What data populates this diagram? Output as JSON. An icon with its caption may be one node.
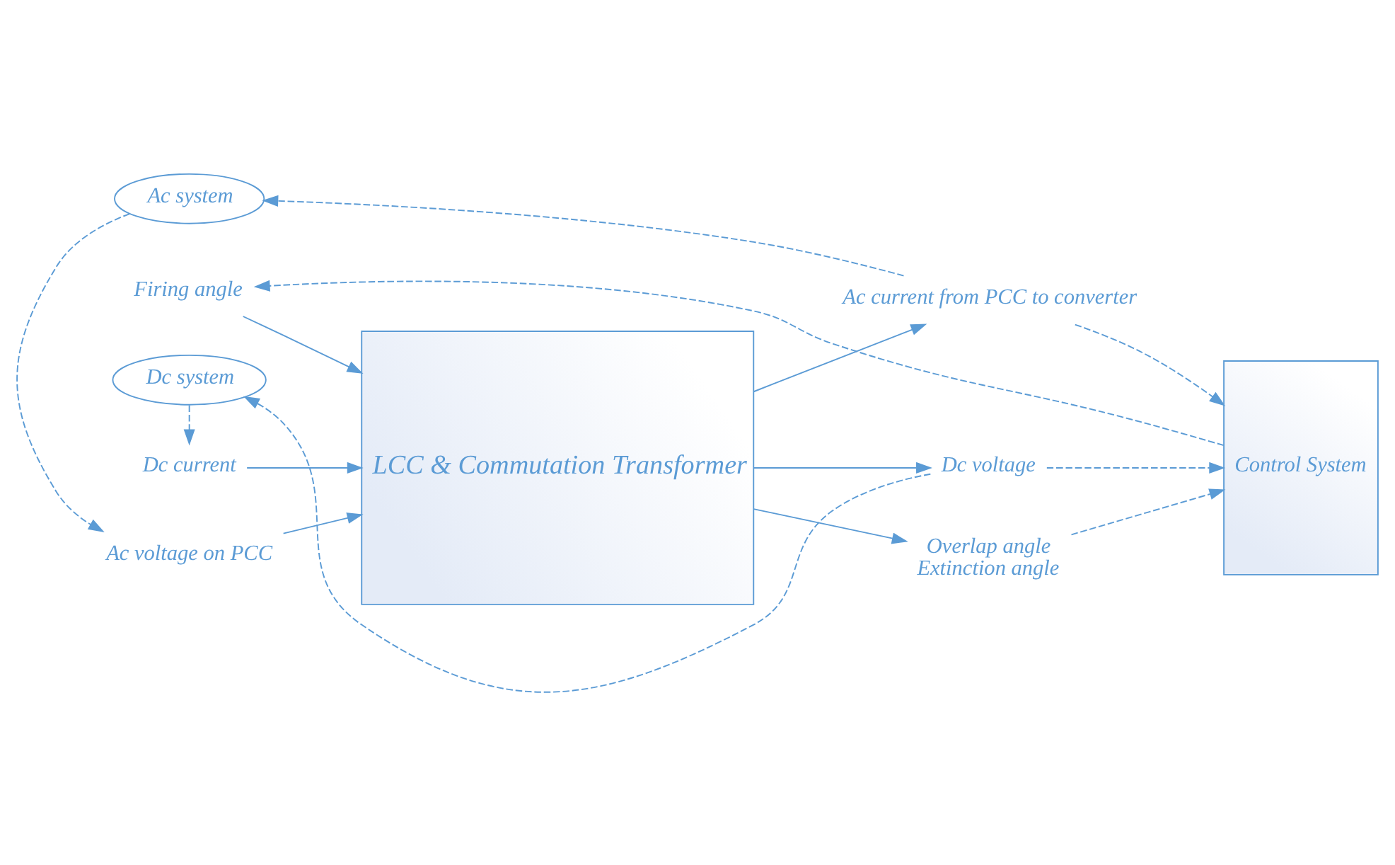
{
  "diagram": {
    "nodes": [
      {
        "text": [
          "Ac system"
        ]
      },
      {
        "text": [
          "Dc system"
        ]
      },
      {
        "text": [
          "LCC & Commutation Transformer"
        ]
      },
      {
        "text": [
          "Control System"
        ]
      },
      {
        "text": [
          "Dc current"
        ]
      },
      {
        "text": [
          "Ac voltage on PCC"
        ]
      },
      {
        "text": [
          "Firing angle"
        ]
      },
      {
        "text": [
          "Dc voltage"
        ]
      },
      {
        "text": [
          "Ac current from PCC to converter"
        ]
      },
      {
        "text": [
          "Overlap angle",
          "Extinction angle"
        ]
      }
    ],
    "edges": [
      {
        "from": 0,
        "to": 5,
        "arrow": "to",
        "style": "dashed"
      },
      {
        "from": 1,
        "to": 4,
        "arrow": "to",
        "style": "dashed"
      },
      {
        "from": 4,
        "to": 2,
        "arrow": "to"
      },
      {
        "from": 5,
        "to": 2,
        "arrow": "to"
      },
      {
        "from": 6,
        "to": 2,
        "arrow": "to"
      },
      {
        "from": 2,
        "to": 7,
        "arrow": "to"
      },
      {
        "from": 7,
        "to": 3,
        "arrow": "to",
        "style": "dashed"
      },
      {
        "from": 7,
        "to": 1,
        "arrow": "to",
        "style": "dashed"
      },
      {
        "from": 2,
        "to": 8,
        "arrow": "to"
      },
      {
        "from": 8,
        "to": 3,
        "arrow": "to",
        "style": "dashed"
      },
      {
        "from": 8,
        "to": 0,
        "arrow": "to",
        "style": "dashed"
      },
      {
        "from": 2,
        "to": 9,
        "arrow": "to"
      },
      {
        "from": 9,
        "to": 3,
        "arrow": "to",
        "style": "dashed"
      },
      {
        "from": 3,
        "to": 6,
        "arrow": "to",
        "style": "dashed"
      }
    ]
  }
}
